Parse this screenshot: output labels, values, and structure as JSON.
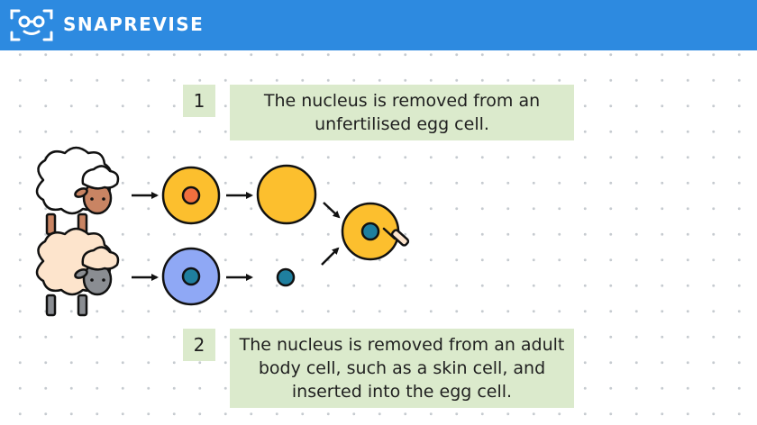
{
  "header": {
    "brand": "SNAPREVISE",
    "logo_icon": "glasses-face-icon",
    "background_color": "#2d8ae0"
  },
  "steps": [
    {
      "number": "1",
      "text": "The nucleus is removed from an unfertilised egg cell."
    },
    {
      "number": "2",
      "text": "The nucleus is removed from an adult body cell, such as a skin cell, and inserted into the egg cell."
    }
  ],
  "diagram": {
    "icons": [
      "white-sheep-icon",
      "cream-sheep-icon",
      "egg-cell-icon",
      "empty-egg-cell-icon",
      "body-cell-icon",
      "nucleus-icon",
      "combined-cell-icon",
      "needle-icon",
      "arrow-icon"
    ],
    "colors": {
      "egg_cell": "#fcbf2e",
      "egg_nucleus": "#f26f3e",
      "body_cell": "#8fa8f5",
      "body_nucleus": "#1f7f9f",
      "box_fill": "#dbeacc"
    }
  }
}
